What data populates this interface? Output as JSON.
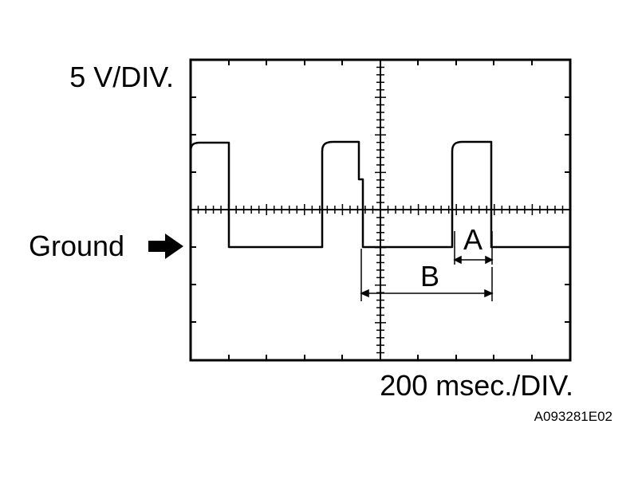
{
  "labels": {
    "volts_per_div": "5 V/DIV.",
    "time_per_div": "200 msec./DIV.",
    "ground": "Ground",
    "marker_a": "A",
    "marker_b": "B",
    "figure_code": "A093281E02"
  },
  "icons": {
    "ground_pointer": "right-arrow-icon"
  },
  "colors": {
    "ink": "#000000",
    "background": "#ffffff"
  }
}
